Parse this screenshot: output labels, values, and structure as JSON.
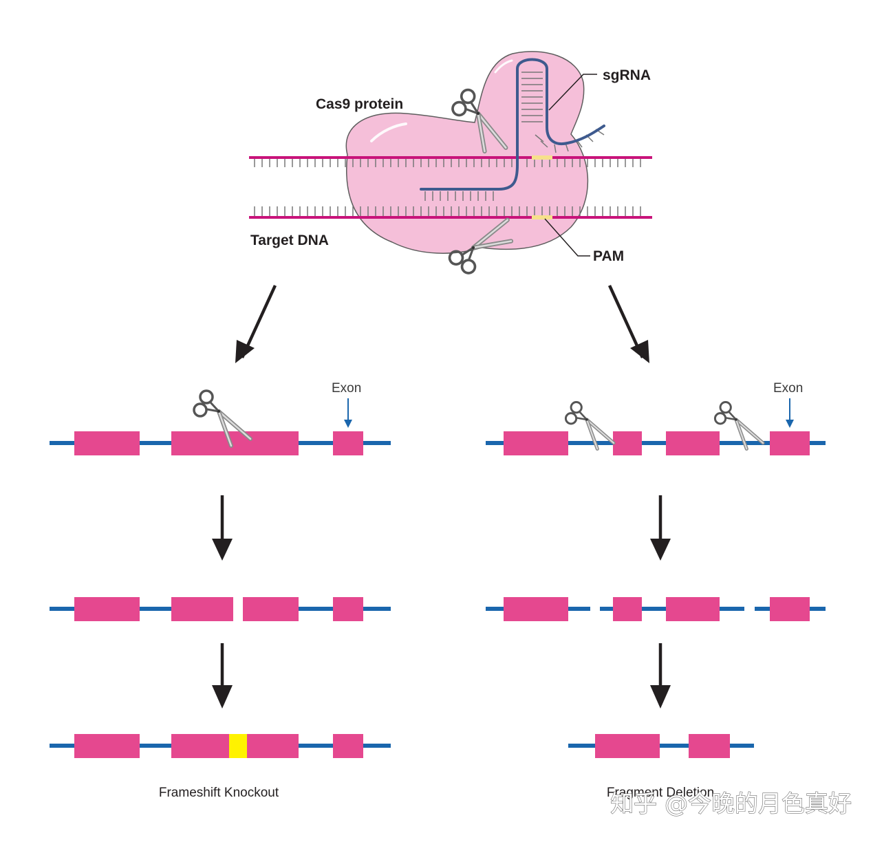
{
  "labels": {
    "sgrna": "sgRNA",
    "cas9": "Cas9 protein",
    "target_dna": "Target DNA",
    "pam": "PAM",
    "exon_left": "Exon",
    "exon_right": "Exon",
    "caption_left": "Frameshift Knockout",
    "caption_right": "Fragment Deletion",
    "watermark": "知乎 @今晚的月色真好"
  },
  "colors": {
    "exon": "#e5488f",
    "line": "#1a66ad",
    "dna_strand": "#c8137a",
    "protein": "#f5bcd8",
    "sgrna": "#3e5a8e",
    "pam": "#f6e08b",
    "insertion": "#fff200",
    "arrow": "#231f20"
  },
  "icons": [
    "scissors-icon",
    "down-arrow-icon"
  ]
}
